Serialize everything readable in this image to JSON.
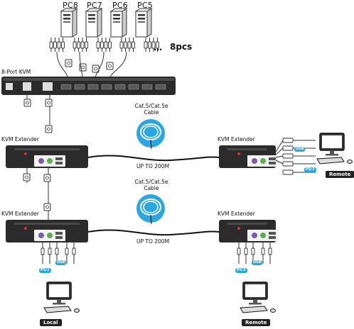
{
  "pcs": [
    "PC8",
    "PC7",
    "PC6",
    "PC5"
  ],
  "pcs_count": "8pcs",
  "ellipsis": "…",
  "kvm_label": "8-Port KVM",
  "extender_label": "KVM Extender",
  "cable_label_line1": "Cat.5/Cat.5e",
  "cable_label_line2": "Cable",
  "distance_label": "UP TO 200M",
  "local_label": "Local",
  "remote_label": "Remote",
  "ps2_label": "PS/2",
  "usb_label": "USB",
  "colors": {
    "device": "#2b2b2b",
    "panel": "#f2f2f2",
    "cable_accent": "#2aa7e0",
    "ps2_purple": "#7a5ca8",
    "ps2_green": "#5bb04a",
    "badge": "#222222"
  }
}
